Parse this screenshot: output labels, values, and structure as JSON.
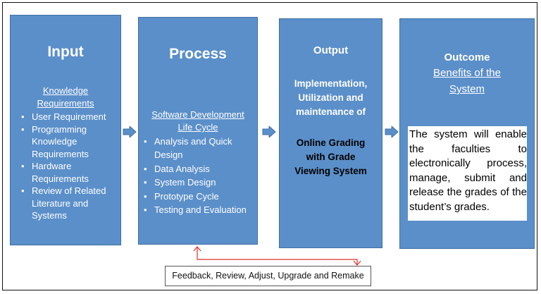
{
  "input": {
    "title": "Input",
    "subtitle_line1": "Knowledge",
    "subtitle_line2": "Requirements",
    "items": [
      "User Requirement",
      "Programming Knowledge Requirements",
      "Hardware Requirements",
      "Review of Related Literature and Systems"
    ]
  },
  "process": {
    "title": "Process",
    "subtitle_line1": "Software Development",
    "subtitle_line2": "Life Cycle",
    "items": [
      "Analysis and Quick Design",
      "Data Analysis",
      "System Design",
      "Prototype Cycle",
      "Testing and Evaluation"
    ]
  },
  "output": {
    "title": "Output",
    "line1": "Implementation,",
    "line2": "Utilization and",
    "line3": "maintenance of",
    "system_line1": "Online Grading",
    "system_line2": "with Grade",
    "system_line3": "Viewing System"
  },
  "outcome": {
    "title": "Outcome",
    "subtitle_line1": "Benefits of the",
    "subtitle_line2": "System",
    "description": "The system will enable the faculties to electronically process, manage, submit and release the grades of the student’s grades."
  },
  "feedback": {
    "label": "Feedback, Review, Adjust, Upgrade and Remake"
  },
  "colors": {
    "box_fill": "#5b8fc9",
    "box_border": "#3f6fa6",
    "arrow_fill": "#5b8fc9",
    "feedback_arrow": "#d9302b"
  }
}
